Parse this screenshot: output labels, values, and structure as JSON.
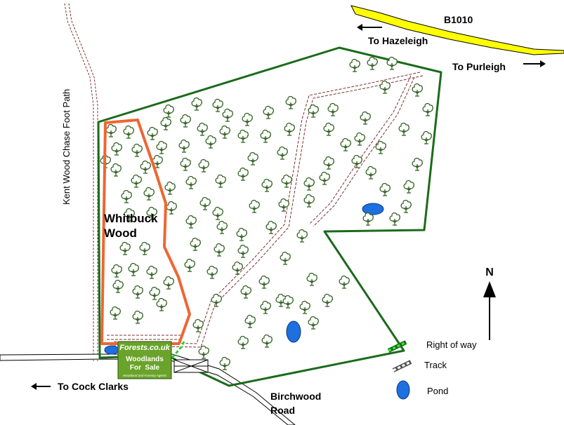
{
  "labels": {
    "road_b1010": "B1010",
    "to_hazeleigh": "To Hazeleigh",
    "to_purleigh": "To Purleigh",
    "footpath": "Kent Wood Chase Foot Path",
    "wood_name_line1": "Whitbuck",
    "wood_name_line2": "Wood",
    "to_cock_clarks": "To Cock Clarks",
    "birchwood_line1": "Birchwood",
    "birchwood_line2": "Road",
    "north": "N"
  },
  "legend": {
    "items": [
      {
        "label": "Right of way",
        "icon": "right-of-way-icon",
        "color": "#33cc33"
      },
      {
        "label": "Track",
        "icon": "track-icon",
        "color": "#999999"
      },
      {
        "label": "Pond",
        "icon": "pond-icon",
        "color": "#1e6fe0"
      }
    ]
  },
  "sign": {
    "title": "Forests.co.uk",
    "line1": "Woodlands",
    "line2": "For  Sale",
    "footer": "Woodland and Forestry Agents"
  },
  "colors": {
    "boundary": "#1a6b1a",
    "tree": "#2f5f1f",
    "plot": "#ee6633",
    "pond": "#1e6fe0",
    "road_b1010": "#ffff00",
    "sign_bg": "#6aa32a"
  }
}
